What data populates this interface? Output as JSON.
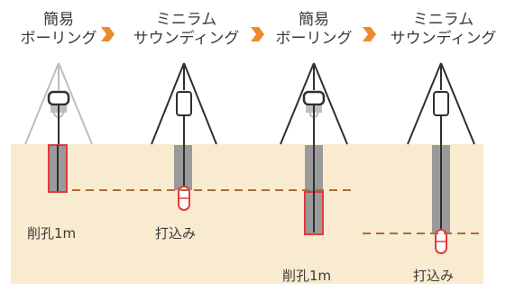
{
  "steps": [
    {
      "line1": "簡易",
      "line2": "ボーリング",
      "status": "active",
      "depth_label": ""
    },
    {
      "line1": "ミニラム",
      "line2": "サウンディング",
      "status": "active",
      "depth_label": "打込み"
    },
    {
      "line1": "簡易",
      "line2": "ボーリング",
      "status": "active",
      "depth_label": "削孔1m"
    },
    {
      "line1": "ミニラム",
      "line2": "サウンディング",
      "status": "active",
      "depth_label": "打込み"
    }
  ],
  "first_label": "削孔1m",
  "colors": {
    "ground": "#f8ebcf",
    "hole": "#9a9a9a",
    "frame_faded": "#bdbdbd",
    "frame": "#2f2f2f",
    "highlight": "#e5393a",
    "dashed_line": "#b06a3a",
    "arrow": "#ef8a2c"
  },
  "icons": [
    "arrow-right-icon",
    "tripod-icon",
    "drill-head-icon",
    "probe-icon"
  ]
}
